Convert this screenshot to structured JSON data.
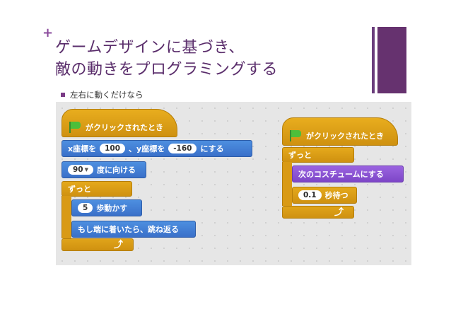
{
  "slide": {
    "plus_mark": "+",
    "title_line1": "ゲームデザインに基づき、",
    "title_line2": "敵の動きをプログラミングする",
    "bullet": "左右に動くだけなら"
  },
  "script_left": {
    "hat_label": "がクリックされたとき",
    "goto": {
      "x_label": "x座標を",
      "x_value": "100",
      "sep": "、y座標を",
      "y_value": "-160",
      "suffix": "にする"
    },
    "point": {
      "value": "90",
      "label": "度に向ける"
    },
    "forever_label": "ずっと",
    "move": {
      "value": "5",
      "label": "歩動かす"
    },
    "bounce_label": "もし端に着いたら、跳ね返る"
  },
  "script_right": {
    "hat_label": "がクリックされたとき",
    "forever_label": "ずっと",
    "costume_label": "次のコスチュームにする",
    "wait": {
      "value": "0.1",
      "label": "秒待つ"
    }
  },
  "icons": {
    "flag": "green-flag-icon",
    "loop": "loop-arrow-icon",
    "dropdown": "dropdown-caret-icon"
  },
  "colors": {
    "title": "#5a2d6b",
    "accent": "#66326f",
    "control": "#e0a41a",
    "motion": "#4a86d9",
    "looks": "#8f56d6"
  }
}
